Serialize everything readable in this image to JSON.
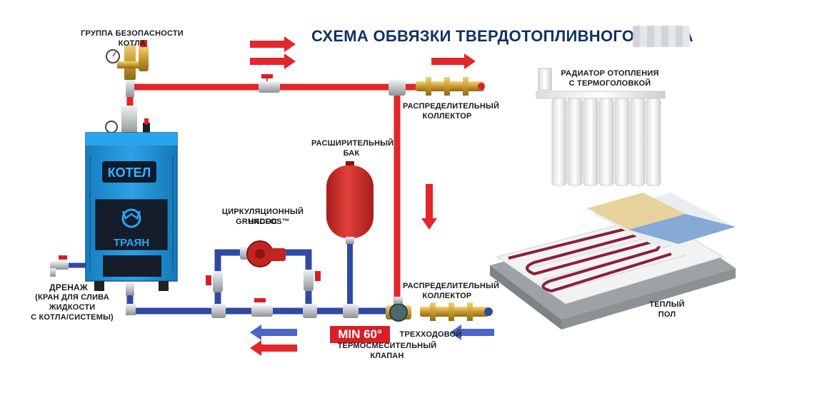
{
  "title": "СХЕМА ОБВЯЗКИ ТВЕРДОТОПЛИВНОГО КОТЛА",
  "labels": {
    "safety_group": "ГРУППА БЕЗОПАСНОСТИ КОТЛА",
    "boiler": "КОТЕЛ",
    "brand": "ТРАЯН",
    "drain_title": "ДРЕНАЖ",
    "drain_desc": [
      "(КРАН ДЛЯ СЛИВА",
      "ЖИДКОСТИ",
      "С КОТЛА/СИСТЕМЫ)"
    ],
    "pump": [
      "ЦИРКУЛЯЦИОННЫЙ НАСОС",
      "GRUNDFOS™"
    ],
    "expansion_tank": [
      "РАСШИРИТЕЛЬНЫЙ",
      "БАК"
    ],
    "collector_top": [
      "РАСПРЕДЕЛИТЕЛЬНЫЙ",
      "КОЛЛЕКТОР"
    ],
    "collector_bottom": [
      "РАСПРЕДЕЛИТЕЛЬНЫЙ",
      "КОЛЛЕКТОР"
    ],
    "radiator": [
      "РАДИАТОР ОТОПЛЕНИЯ",
      "С ТЕРМОГОЛОВКОЙ"
    ],
    "warm_floor": [
      "ТЕПЛЫЙ",
      "ПОЛ"
    ],
    "valve_badge": "MIN 60°",
    "valve": [
      "ТРЕХХОДОВОЙ",
      "ТЕРМОСМЕСИТЕЛЬНЫЙ КЛАПАН"
    ]
  },
  "colors": {
    "hot_pipe": "#e3262b",
    "cold_pipe": "#2f4aa3",
    "boiler_body": "#1f8fd4",
    "title": "#0f3463",
    "tank": "#d8302c",
    "badge": "#d81f26",
    "return_arrow": "#4a66c9",
    "supply_arrow": "#e3262b"
  }
}
